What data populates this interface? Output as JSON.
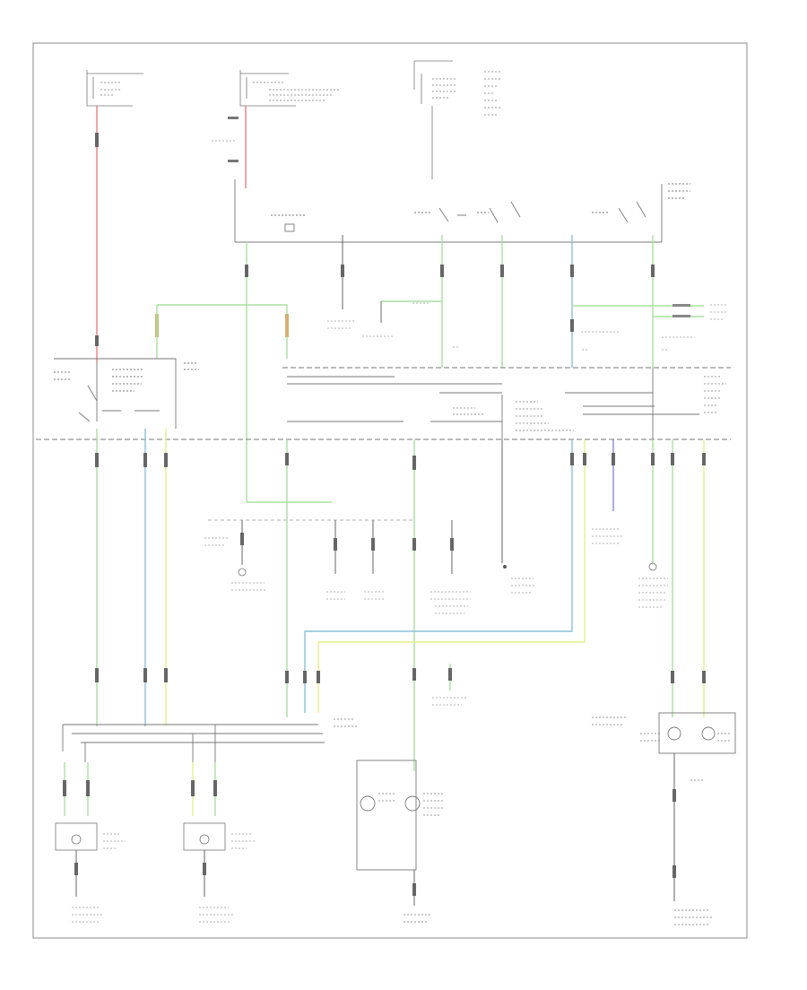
{
  "diagram": {
    "type": "wiring-schematic",
    "wire_colors": {
      "red": "#e88080",
      "green": "#a8e0a0",
      "blue": "#8cc0d8",
      "yellow": "#e4f08a",
      "orange": "#d8b070",
      "purple": "#8888d8",
      "black": "#555555"
    },
    "components": [
      "fuse-block-left",
      "fuse-block-center",
      "fuse-block-right",
      "main-switch-box",
      "left-control-switch",
      "combination-switch-bar",
      "left-relay-row",
      "center-lamp-pair",
      "right-lamp-pair",
      "left-bottom-lamp",
      "right-bottom-lamp"
    ],
    "footer_code": ""
  }
}
